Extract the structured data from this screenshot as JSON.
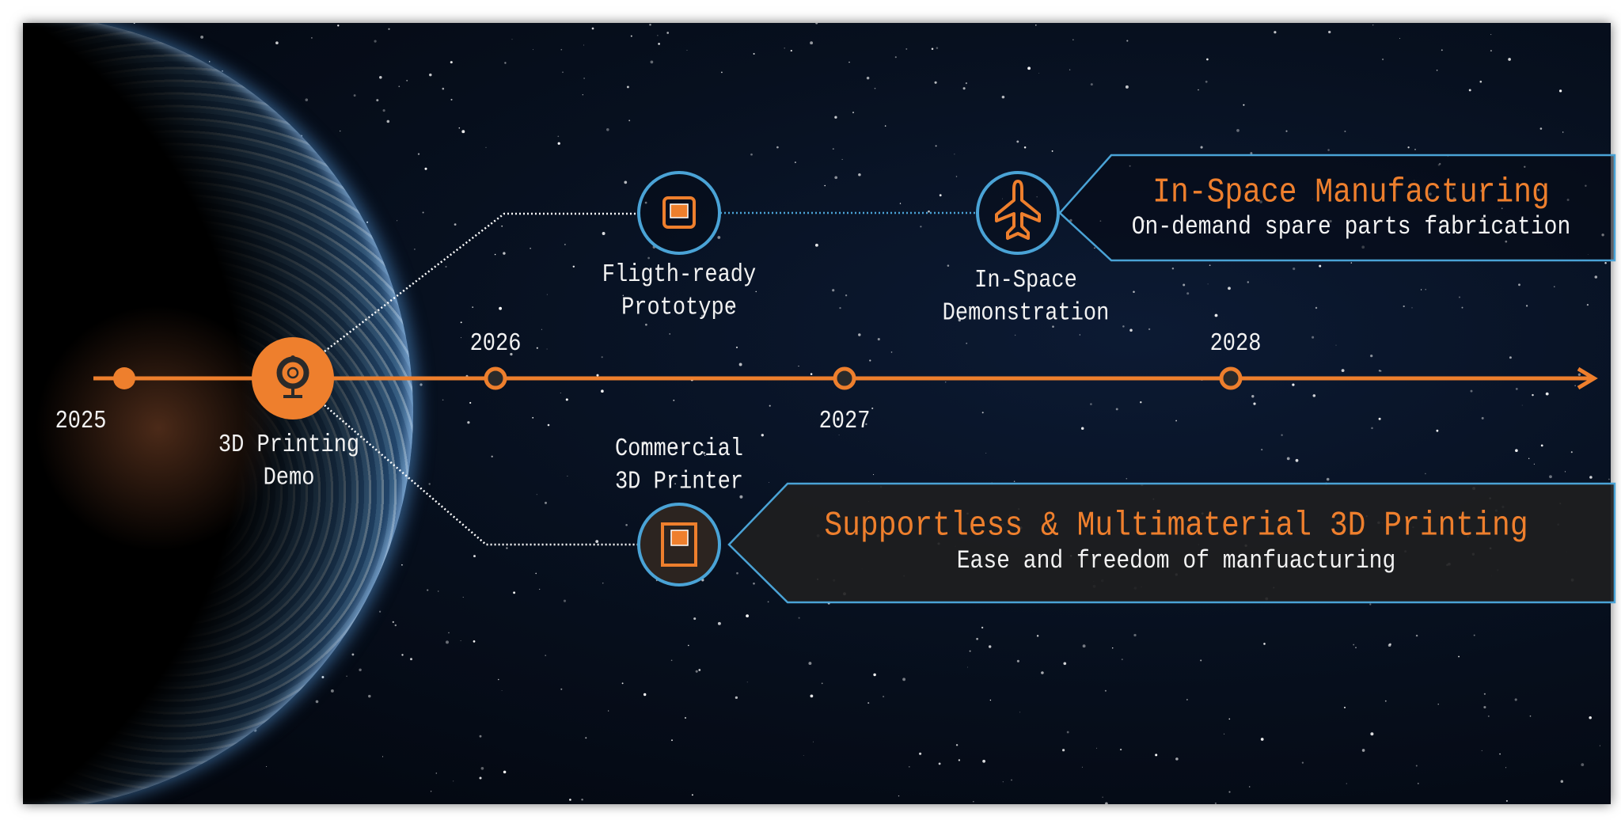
{
  "colors": {
    "accent": "#ee7f2d",
    "ring": "#4aa3d6",
    "text": "#f2f2f2",
    "panel": "#1c1c1e"
  },
  "timeline": {
    "years": [
      "2025",
      "2026",
      "2027",
      "2028"
    ]
  },
  "milestones": [
    {
      "label_line1": "3D Printing",
      "label_line2": "Demo",
      "icon": "webcam-icon"
    },
    {
      "label_line1": "Fligth-ready",
      "label_line2": "Prototype",
      "icon": "chip-icon"
    },
    {
      "label_line1": "In-Space",
      "label_line2": "Demonstration",
      "icon": "airplane-icon"
    },
    {
      "label_line1": "Commercial",
      "label_line2": "3D Printer",
      "icon": "printer-icon"
    }
  ],
  "callouts": {
    "top": {
      "title": "In-Space Manufacturing",
      "subtitle": "On-demand spare parts fabrication"
    },
    "bottom": {
      "title": "Supportless & Multimaterial 3D Printing",
      "subtitle": "Ease and freedom of manfuacturing"
    }
  }
}
